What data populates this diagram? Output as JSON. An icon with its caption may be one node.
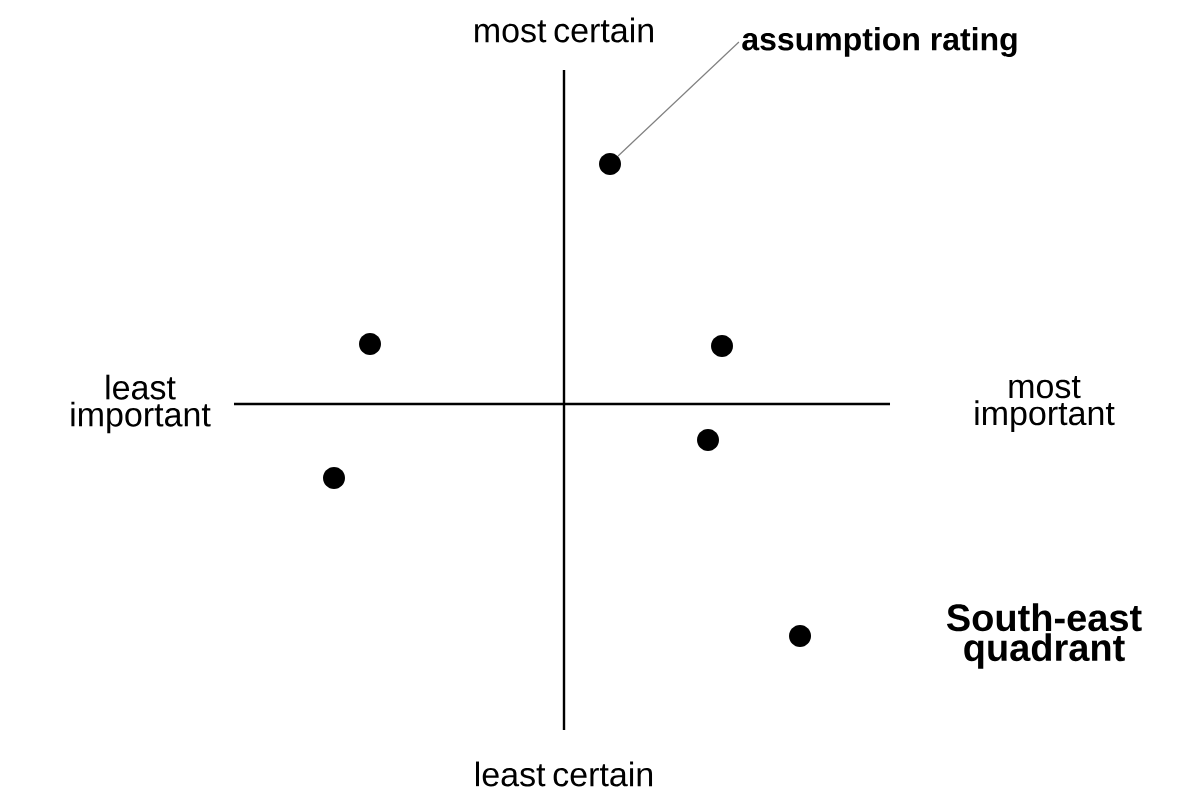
{
  "diagram": {
    "nodes": [
      {
        "text": [
          "assumption rating"
        ]
      },
      {
        "text": [],
        "shape": "circle"
      },
      {
        "text": [],
        "shape": "circle"
      },
      {
        "text": [],
        "shape": "circle"
      },
      {
        "text": [],
        "shape": "circle"
      },
      {
        "text": [],
        "shape": "circle"
      },
      {
        "text": [],
        "shape": "circle"
      }
    ],
    "edges": [
      {
        "from": 0,
        "to": 1,
        "arrow": "none"
      }
    ],
    "labels": [
      "most certain",
      "least important",
      "most important",
      "South-east quadrant",
      "least certain"
    ]
  }
}
